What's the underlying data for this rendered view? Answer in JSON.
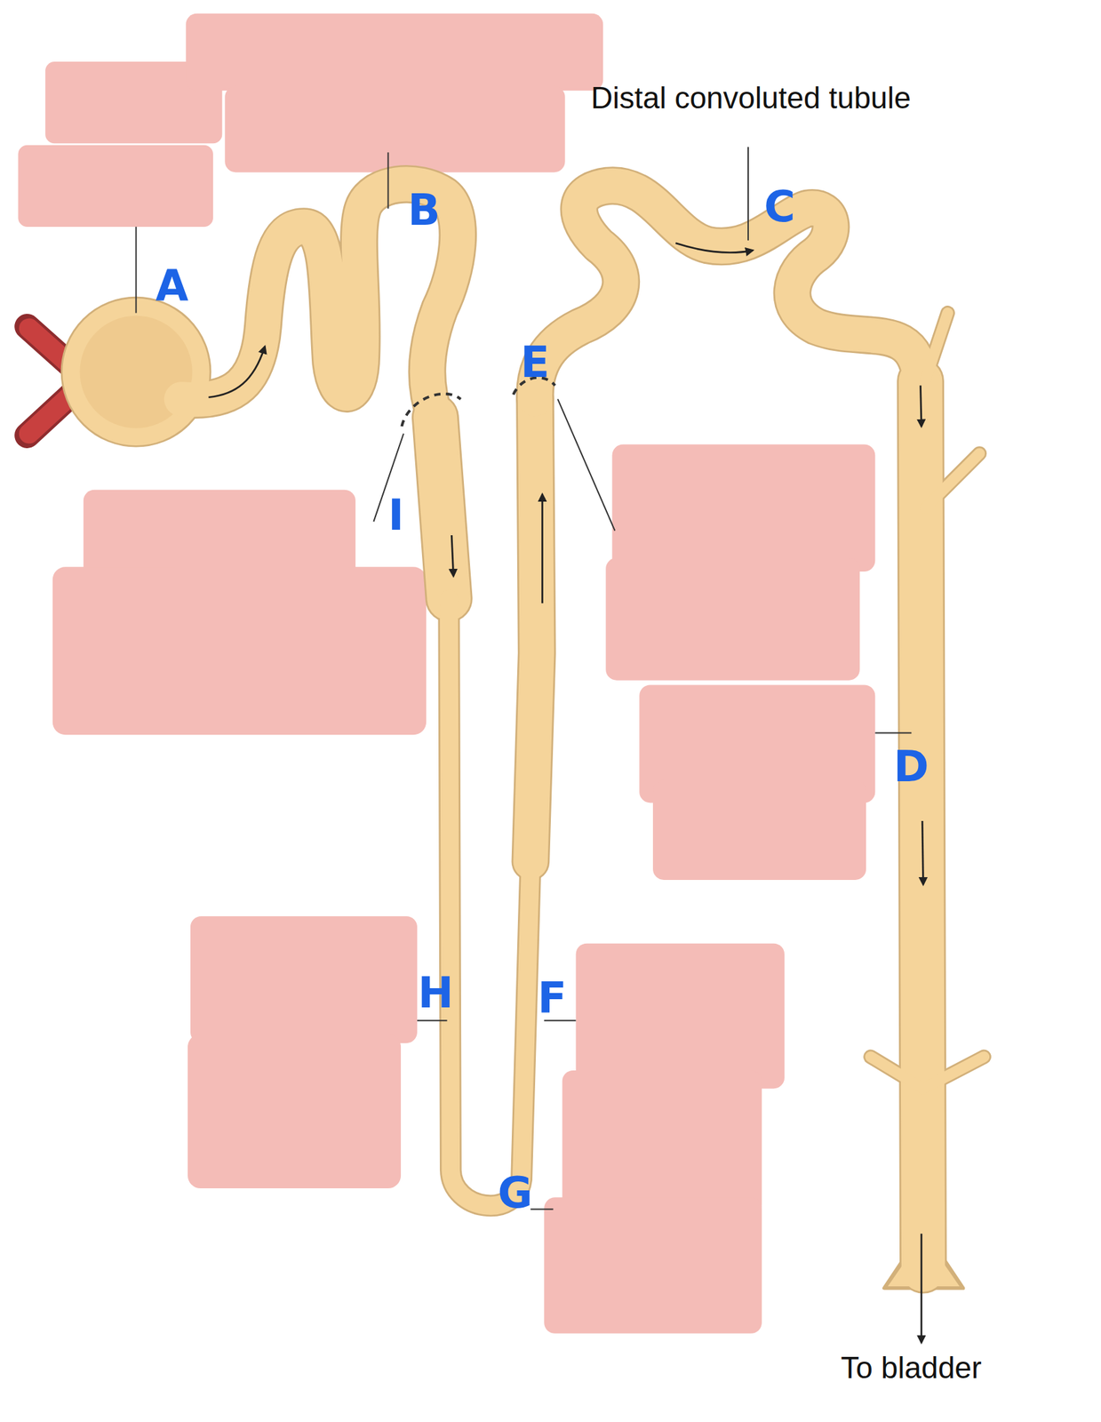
{
  "diagram": {
    "labels": [
      "Distal convoluted tubule",
      "C",
      "B",
      "A",
      "E",
      "I",
      "D",
      "H",
      "F",
      "G",
      "To bladder"
    ]
  }
}
